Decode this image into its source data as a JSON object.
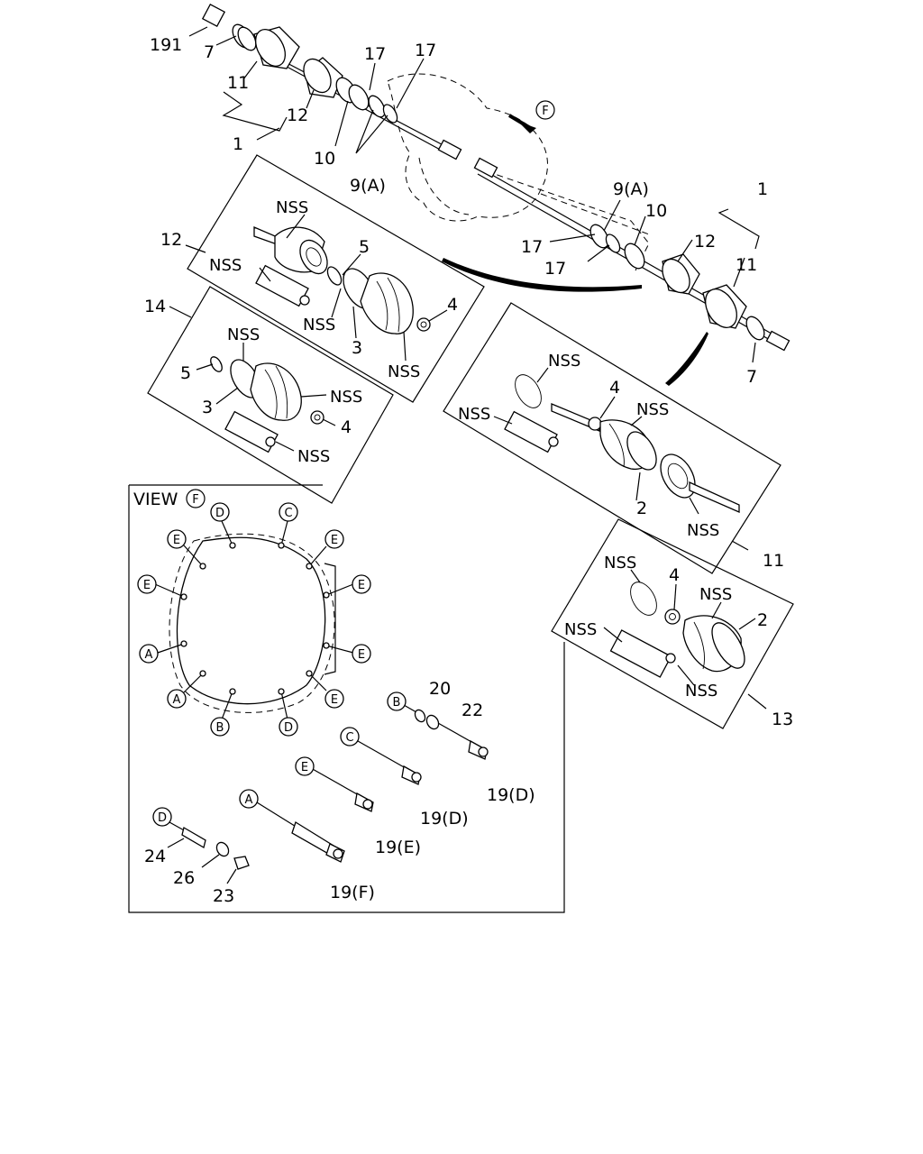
{
  "labels": {
    "p191": "191",
    "p7": "7",
    "p11": "11",
    "p12": "12",
    "p1": "1",
    "p10": "10",
    "p17": "17",
    "p9a": "9(A)",
    "pF": "F",
    "p5": "5",
    "p3": "3",
    "p4": "4",
    "p14": "14",
    "p2": "2",
    "p13": "13",
    "p19d": "19(D)",
    "p19e": "19(E)",
    "p19f": "19(F)",
    "p20": "20",
    "p22": "22",
    "p23": "23",
    "p24": "24",
    "p26": "26",
    "nss": "NSS"
  },
  "view": {
    "title": "VIEW",
    "ref": "F"
  },
  "bolt_positions": [
    "A",
    "B",
    "C",
    "D",
    "E"
  ]
}
